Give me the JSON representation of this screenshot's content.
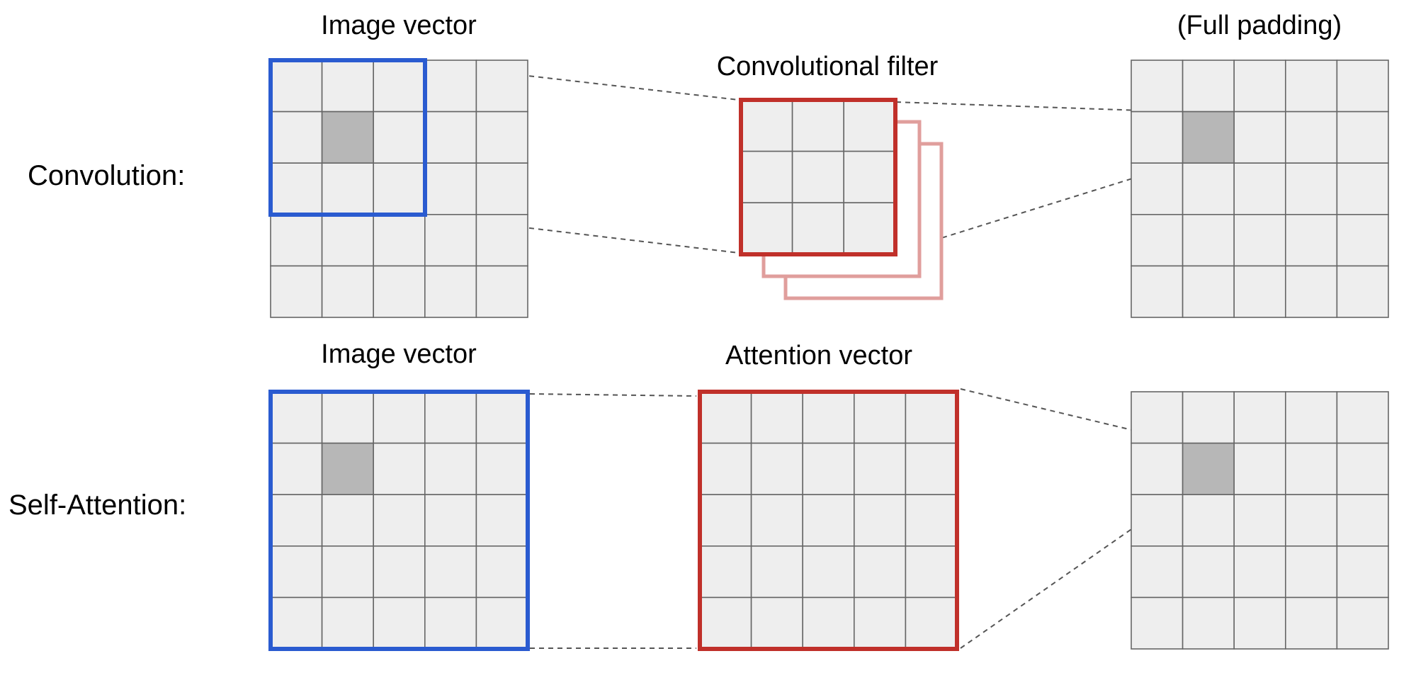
{
  "labels": {
    "convolution_row": "Convolution:",
    "self_attention_row": "Self-Attention:",
    "conv_input_title": "Image vector",
    "conv_filter_title": "Convolutional filter",
    "conv_output_title": "(Full padding)",
    "attn_input_title": "Image vector",
    "attn_vector_title": "Attention vector"
  },
  "grids": {
    "conv_input": {
      "rows": 5,
      "cols": 5,
      "highlight": [
        1,
        1
      ]
    },
    "conv_filter": {
      "rows": 3,
      "cols": 3,
      "stack_depth": 3
    },
    "conv_output": {
      "rows": 5,
      "cols": 5,
      "highlight": [
        1,
        1
      ]
    },
    "attn_input": {
      "rows": 5,
      "cols": 5,
      "highlight": [
        1,
        1
      ]
    },
    "attn_vector": {
      "rows": 5,
      "cols": 5
    },
    "attn_output": {
      "rows": 5,
      "cols": 5,
      "highlight": [
        1,
        1
      ]
    }
  },
  "colors": {
    "cell_fill": "#eeeeee",
    "cell_border": "#666666",
    "highlight_fill": "#b7b7b7",
    "input_frame": "#2a5bd0",
    "filter_frame": "#c0302a",
    "filter_stack": "#e09e9c",
    "connector": "#555555"
  }
}
